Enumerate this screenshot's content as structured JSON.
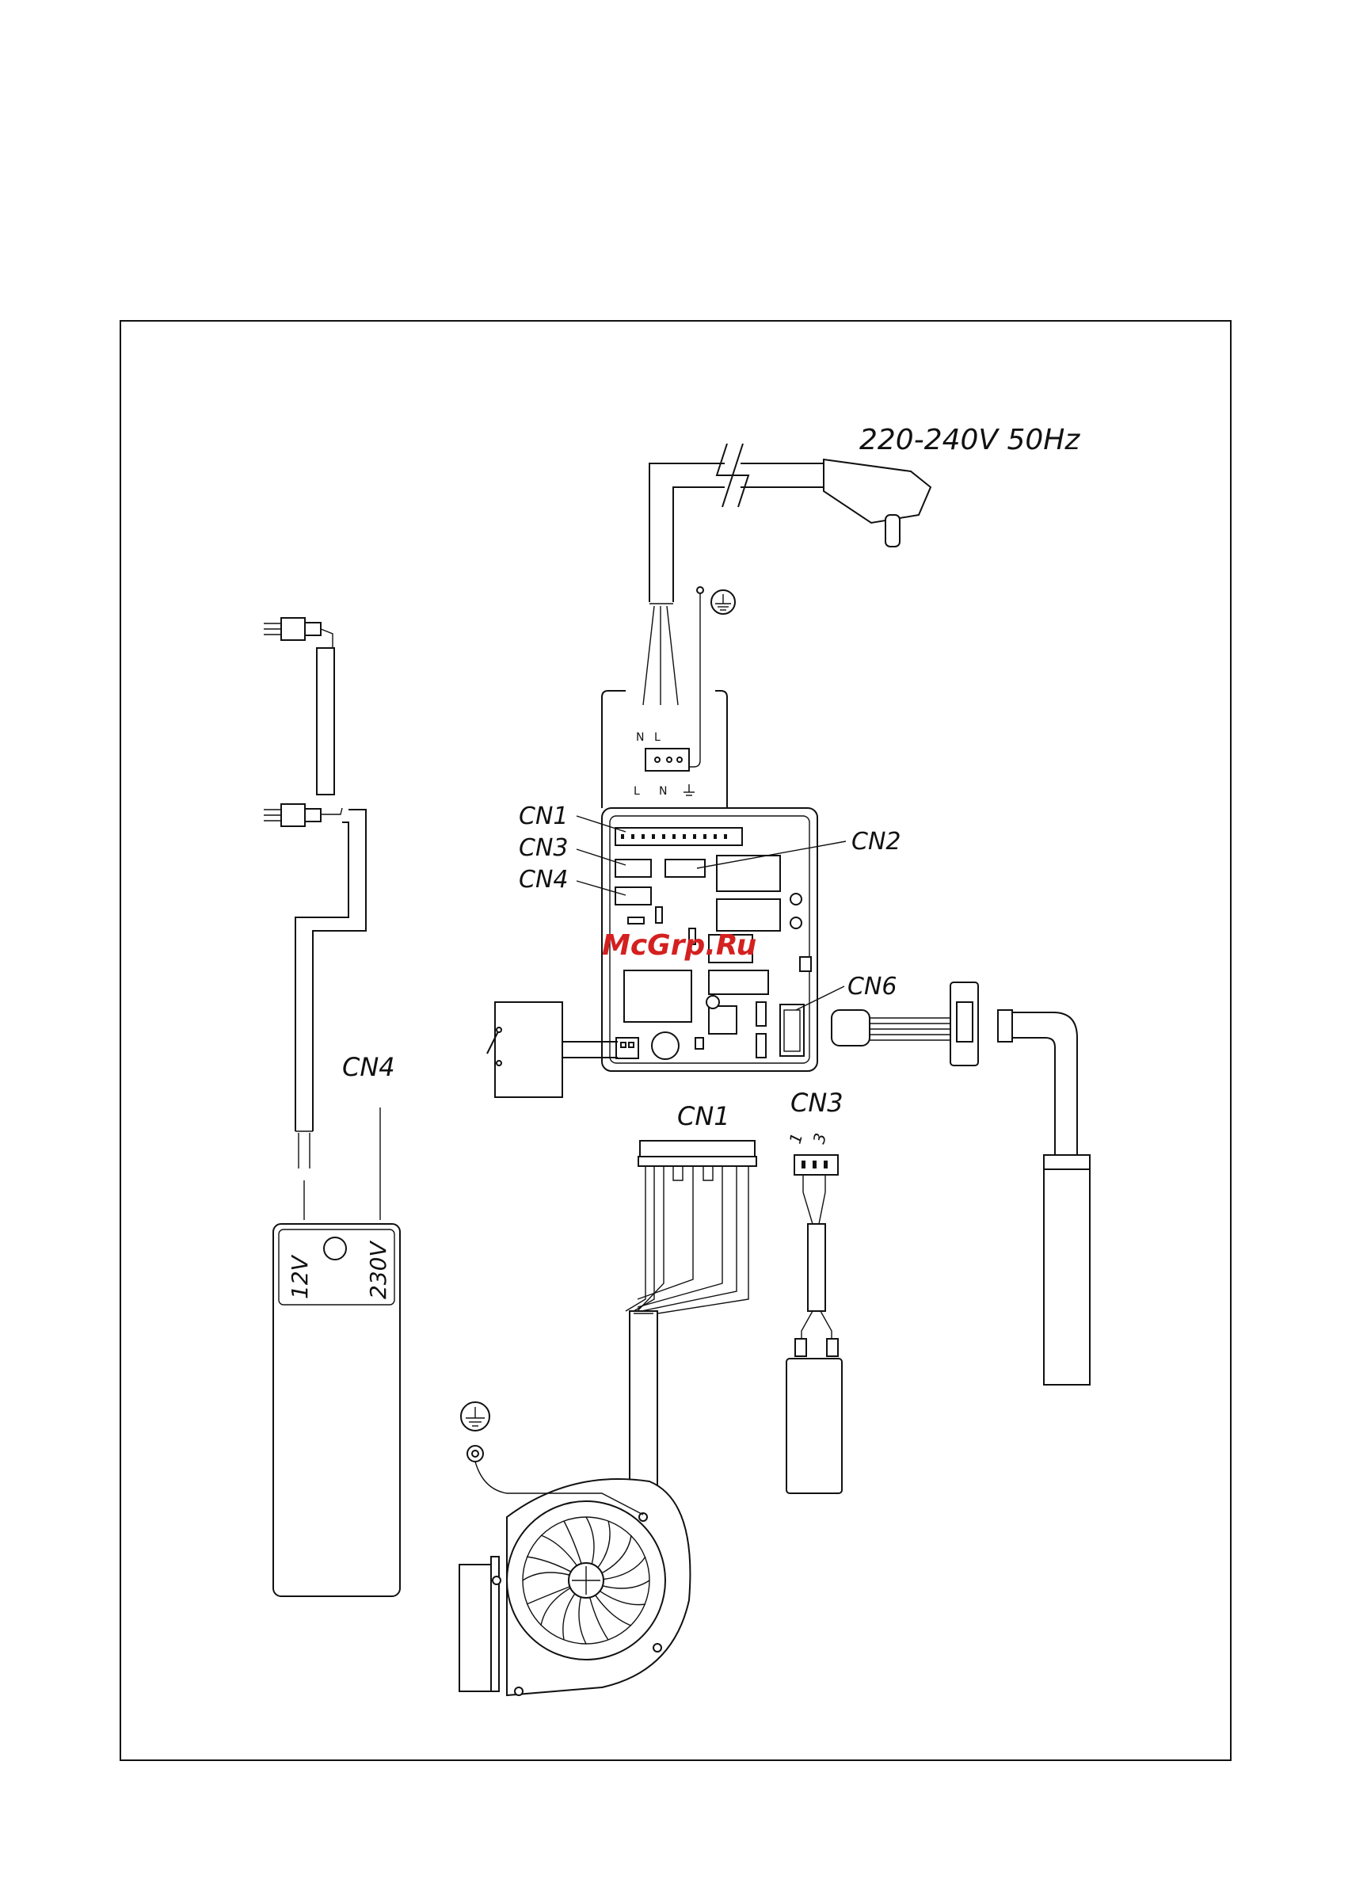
{
  "labels": {
    "supply": "220-240V 50Hz",
    "cn1_board": "CN1",
    "cn3_board": "CN3",
    "cn4_board": "CN4",
    "cn2": "CN2",
    "cn6": "CN6",
    "cn1_lower": "CN1",
    "cn3_lower": "CN3",
    "cn4_lower": "CN4",
    "terminal_n_top": "N",
    "terminal_l_top": "L",
    "terminal_l_bottom": "L",
    "terminal_n_bottom": "N",
    "pin_1": "1",
    "pin_3": "3",
    "transformer_12v": "12V",
    "transformer_230v": "230V"
  },
  "watermark": "McGrp.Ru",
  "colors": {
    "line": "#111111",
    "watermark": "#d42020",
    "background": "#ffffff"
  },
  "icons": [
    "ground-icon",
    "plug-icon",
    "fan-blower-icon",
    "switch-icon"
  ]
}
